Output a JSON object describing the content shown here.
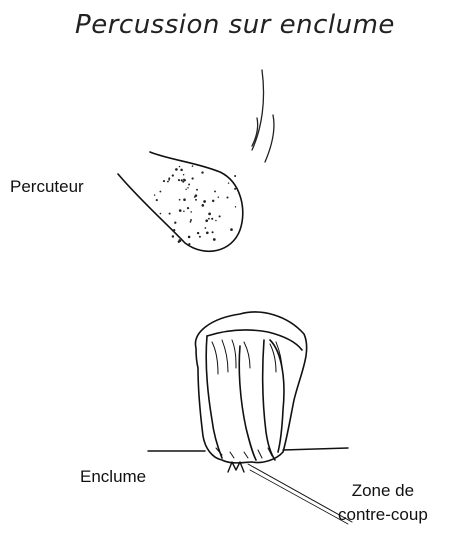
{
  "title": "Percussion sur enclume",
  "labels": {
    "hammerstone": "Percuteur",
    "anvil": "Enclume",
    "counterblow_zone_line1": "Zone de",
    "counterblow_zone_line2": "contre-coup"
  },
  "colors": {
    "ink": "#111111",
    "background": "#ffffff"
  }
}
